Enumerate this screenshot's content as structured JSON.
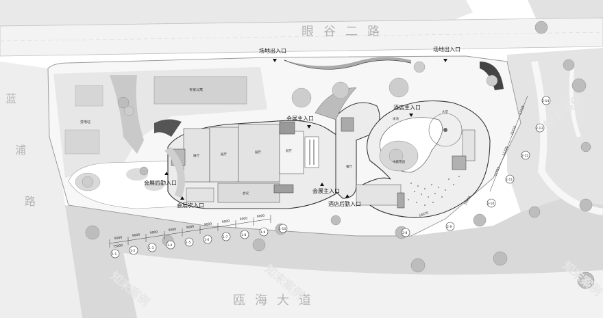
{
  "roads": {
    "north": "眼谷二路",
    "south": "瓯海大道",
    "west": [
      "蓝",
      "浦",
      "路"
    ]
  },
  "buildings": {
    "apartment": "专家公寓",
    "substation": "变电站"
  },
  "entrances": {
    "site_west": "场地出入口",
    "site_east": "场地出入口",
    "expo_main": "会展主入口",
    "expo_main_2": "会展主入口",
    "expo_back": "会展后勤入口",
    "expo_secondary": "会展次入口",
    "hotel_main": "酒店主入口",
    "hotel_back": "酒店后勤入口"
  },
  "rooms": {
    "hall_a": "展厅",
    "hall_b": "展厅",
    "hall_c": "展厅",
    "lobby": "前厅",
    "meeting": "会议",
    "restaurant": "餐厅",
    "ballroom": "大堂",
    "pool": "泳池",
    "garden": "中庭花园"
  },
  "axes": [
    "1-1",
    "1-2",
    "1-3",
    "1-4",
    "1-5",
    "1-6",
    "1-7",
    "1-8",
    "1-9",
    "1-10",
    "2-8",
    "2-9",
    "2-10",
    "2-11",
    "2-12",
    "2-13",
    "2-14"
  ],
  "dimensions": [
    "75000",
    "9000",
    "9000",
    "9000",
    "9000",
    "9000",
    "9000",
    "9000",
    "9000",
    "9000",
    "18070",
    "11725",
    "11725",
    "11725",
    "11725",
    "10450"
  ],
  "watermark": "知末案例"
}
